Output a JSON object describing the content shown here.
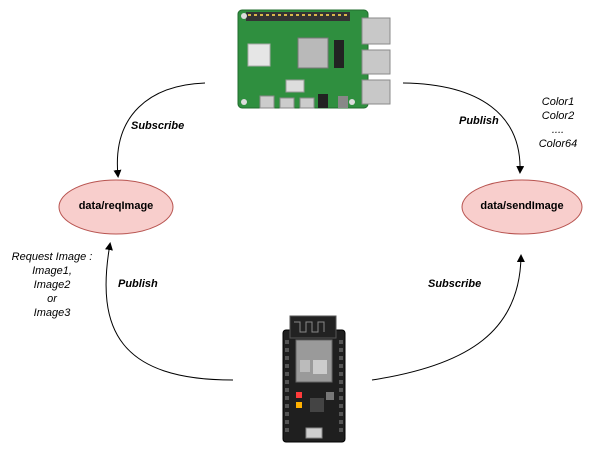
{
  "topics": {
    "req": "data/reqImage",
    "send": "data/sendImage"
  },
  "edges": {
    "rpi_subscribe": "Subscribe",
    "rpi_publish": "Publish",
    "esp_publish": "Publish",
    "esp_subscribe": "Subscribe"
  },
  "colors_note": [
    "Color1",
    "Color2",
    "....",
    "Color64"
  ],
  "request_note": [
    "Request Image :",
    "Image1,",
    "Image2",
    "or",
    "Image3"
  ],
  "colors": {
    "topic_fill": "#f8cecc",
    "topic_stroke": "#b85450",
    "pcb_green": "#2f8f3f",
    "esp_black": "#1f1f1f"
  },
  "devices": {
    "top": "raspberry-pi-board",
    "bottom": "esp32-devkit-board"
  }
}
